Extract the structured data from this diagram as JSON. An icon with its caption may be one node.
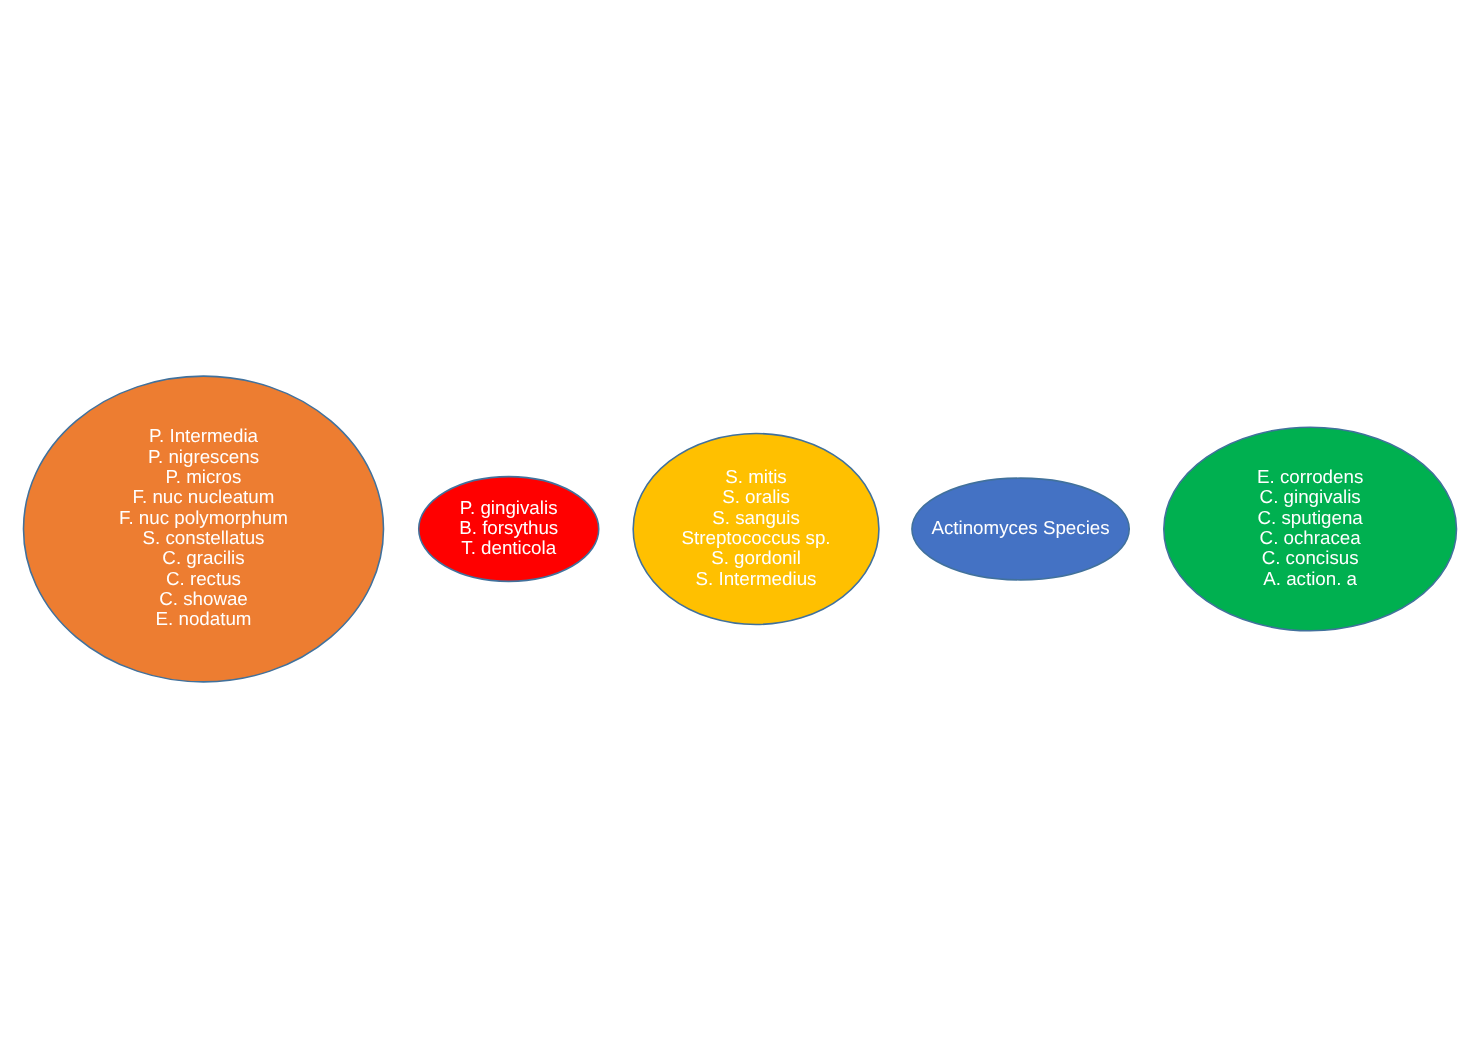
{
  "diagram": {
    "nodes": [
      {
        "text": [
          "P. Intermedia",
          "P. nigrescens",
          "P. micros",
          "F. nuc nucleatum",
          "F. nuc polymorphum",
          "S. constellatus",
          "C. gracilis",
          "C. rectus",
          "C. showae",
          "E. nodatum"
        ]
      },
      {
        "text": [
          "P. gingivalis",
          "B. forsythus",
          "T. denticola"
        ]
      },
      {
        "text": [
          "S. mitis",
          "S. oralis",
          "S. sanguis",
          "Streptococcus sp.",
          "S. gordonil",
          "S. Intermedius"
        ]
      },
      {
        "text": [
          "Actinomyces Species"
        ]
      },
      {
        "text": [
          "E. corrodens",
          "C. gingivalis",
          "C. sputigena",
          "C. ochracea",
          "C. concisus",
          "A. action. a"
        ]
      }
    ],
    "edges": []
  }
}
